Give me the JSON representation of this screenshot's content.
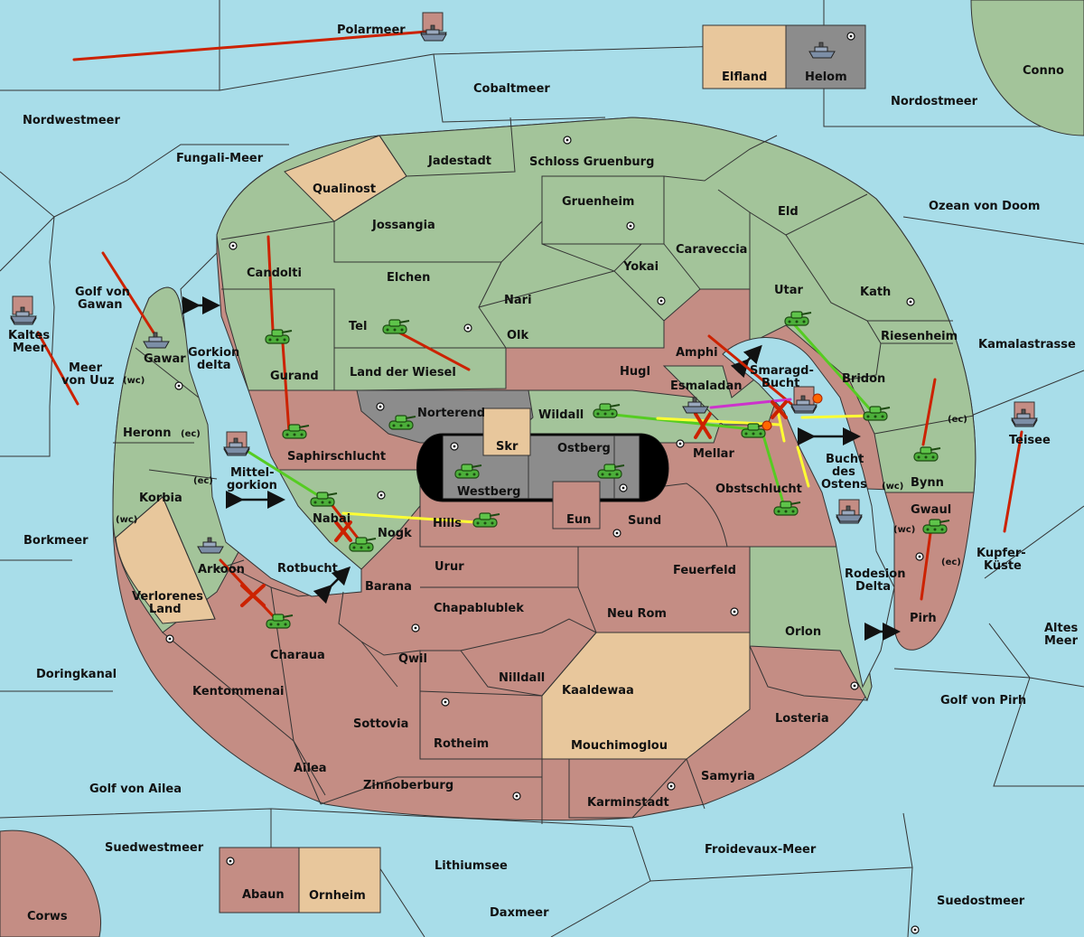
{
  "colors": {
    "sea": "#a8dde9",
    "green": "#a3c49a",
    "red": "#c48d84",
    "tan": "#e8c79c",
    "gray": "#8c8c8c",
    "border": "#333333",
    "black": "#000000",
    "order_red": "#cc2200",
    "order_green": "#55cc22",
    "order_yellow": "#ffff33",
    "order_magenta": "#cc33cc"
  },
  "labels": {
    "polarmeer": "Polarmeer",
    "cobaltmeer": "Cobaltmeer",
    "nordwestmeer": "Nordwestmeer",
    "fungali": "Fungali-Meer",
    "nordostmeer": "Nordostmeer",
    "conno": "Conno",
    "elfland": "Elfland",
    "helom": "Helom",
    "ozean": "Ozean von Doom",
    "kamalastrasse": "Kamalastrasse",
    "golf_gawan_1": "Golf von",
    "golf_gawan_2": "Gawan",
    "kaltes_1": "Kaltes",
    "kaltes_2": "Meer",
    "uuz_1": "Meer",
    "uuz_2": "von Uuz",
    "borkmeer": "Borkmeer",
    "doringkanal": "Doringkanal",
    "golf_ailea": "Golf von Ailea",
    "suedwestmeer": "Suedwestmeer",
    "corws": "Corws",
    "abaun": "Abaun",
    "ornheim": "Ornheim",
    "lithiumsee": "Lithiumsee",
    "daxmeer": "Daxmeer",
    "froidevaux": "Froidevaux-Meer",
    "suedostmeer": "Suedostmeer",
    "golf_pirh": "Golf von Pirh",
    "altes_1": "Altes",
    "altes_2": "Meer",
    "kupfer_1": "Kupfer-",
    "kupfer_2": "Küste",
    "teisee": "Teisee",
    "jadestadt": "Jadestadt",
    "schloss": "Schloss Gruenburg",
    "qualinost": "Qualinost",
    "gruenheim": "Gruenheim",
    "eld": "Eld",
    "jossangia": "Jossangia",
    "caraveccia": "Caraveccia",
    "candolti": "Candolti",
    "elchen": "Elchen",
    "yokai": "Yokai",
    "utar": "Utar",
    "kath": "Kath",
    "nari": "Nari",
    "tel": "Tel",
    "olk": "Olk",
    "amphi": "Amphi",
    "riesenheim": "Riesenheim",
    "gawar": "Gawar",
    "gorkion_1": "Gorkion",
    "gorkion_2": "delta",
    "gurand": "Gurand",
    "land_wiesel": "Land der Wiesel",
    "hugl": "Hugl",
    "smaragd_1": "Smaragd-",
    "smaragd_2": "Bucht",
    "bridon": "Bridon",
    "esmaladan": "Esmaladan",
    "norterend": "Norterend",
    "wildall": "Wildall",
    "heronn": "Heronn",
    "skr": "Skr",
    "ostberg": "Ostberg",
    "mellar": "Mellar",
    "saphir": "Saphirschlucht",
    "bucht_1": "Bucht",
    "bucht_2": "des",
    "bucht_3": "Ostens",
    "bynn": "Bynn",
    "korbia": "Korbia",
    "mittel_1": "Mittel-",
    "mittel_2": "gorkion",
    "westberg": "Westberg",
    "obstschlucht": "Obstschlucht",
    "gwaul": "Gwaul",
    "nabai": "Nabai",
    "eun": "Eun",
    "sund": "Sund",
    "hills": "Hills",
    "nogk": "Nogk",
    "arkoon": "Arkoon",
    "rotbucht": "Rotbucht",
    "urur": "Urur",
    "feuerfeld": "Feuerfeld",
    "rodesion_1": "Rodesion",
    "rodesion_2": "Delta",
    "verlorenes_1": "Verlorenes",
    "verlorenes_2": "Land",
    "barana": "Barana",
    "chapablublek": "Chapablublek",
    "neu_rom": "Neu Rom",
    "pirh": "Pirh",
    "orlon": "Orlon",
    "charaua": "Charaua",
    "qwil": "Qwil",
    "nilldall": "Nilldall",
    "kaaldewaa": "Kaaldewaa",
    "kentommenai": "Kentommenai",
    "losteria": "Losteria",
    "sottovia": "Sottovia",
    "rotheim": "Rotheim",
    "mouchimoglou": "Mouchimoglou",
    "ailea": "Ailea",
    "samyria": "Samyria",
    "zinnoberburg": "Zinnoberburg",
    "karminstadt": "Karminstadt",
    "wc": "(wc)",
    "ec": "(ec)"
  }
}
